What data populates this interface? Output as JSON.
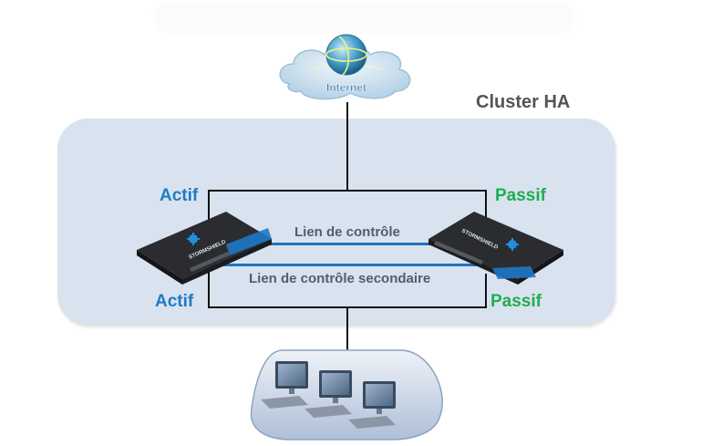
{
  "diagram": {
    "cluster_label": "Cluster HA",
    "internet_label": "Internet",
    "left_firewall": {
      "top_state": "Actif",
      "bottom_state": "Actif",
      "brand": "STORMSHIELD"
    },
    "right_firewall": {
      "top_state": "Passif",
      "bottom_state": "Passif",
      "brand": "STORMSHIELD"
    },
    "links": {
      "primary": "Lien de contrôle",
      "secondary": "Lien de contrôle secondaire"
    },
    "colors": {
      "active": "#1f7bc4",
      "passive": "#1fae4f",
      "control_link": "#1e73be",
      "cluster_background": "#d9e2ef"
    },
    "lan_workstations": 3
  }
}
